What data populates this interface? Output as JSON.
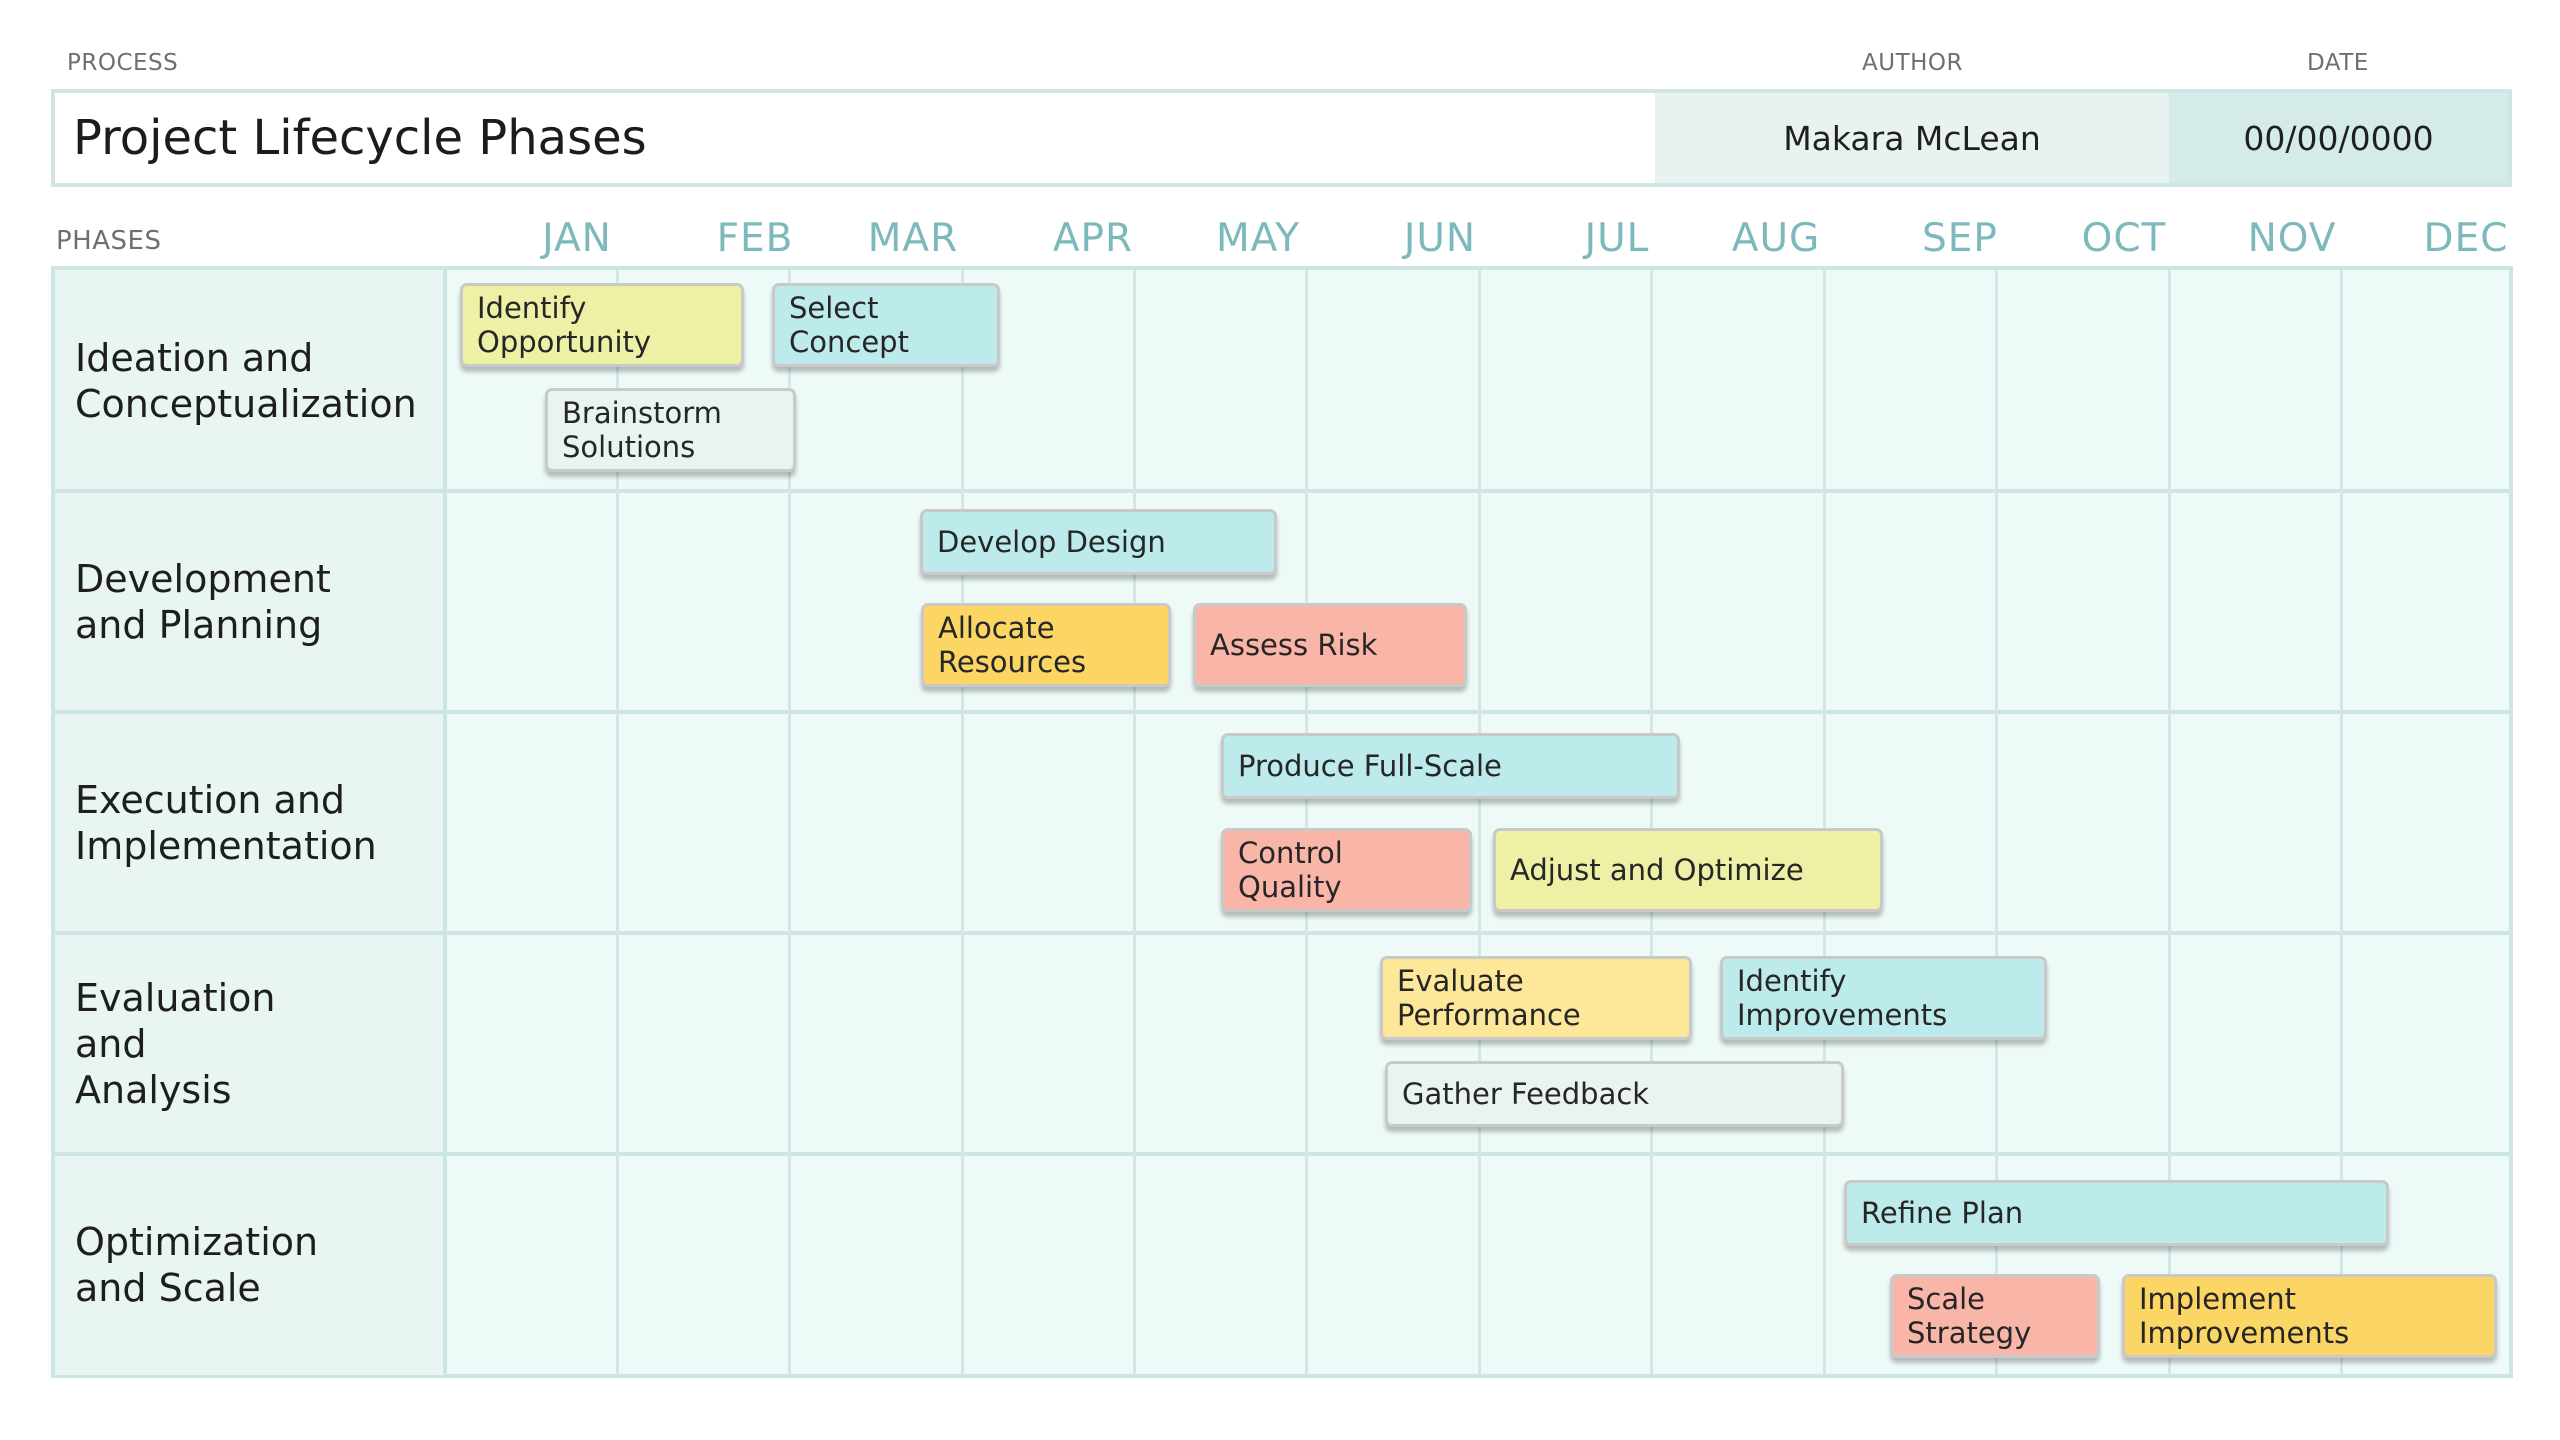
{
  "header": {
    "process_label": "PROCESS",
    "author_label": "AUTHOR",
    "date_label": "DATE",
    "title": "Project Lifecycle Phases",
    "author": "Makara McLean",
    "date": "00/00/0000"
  },
  "phases_label": "PHASES",
  "months": [
    "JAN",
    "FEB",
    "MAR",
    "APR",
    "MAY",
    "JUN",
    "JUL",
    "AUG",
    "SEP",
    "OCT",
    "NOV",
    "DEC"
  ],
  "phases": [
    "Ideation and Conceptualization",
    "Development and Planning",
    "Execution and Implementation",
    "Evaluation and Analysis",
    "Optimization and Scale"
  ],
  "colors": {
    "lime": "#eef0a6",
    "aqua": "#bdeaea",
    "mint": "#e9f4f1",
    "salmon": "#f9b6a8",
    "gold": "#fbd664",
    "yellow": "#fde89a"
  },
  "tasks": [
    {
      "label": "Identify Opportunity",
      "color": "#eef0a6"
    },
    {
      "label": "Select Concept",
      "color": "#bdeaea"
    },
    {
      "label": "Brainstorm Solutions",
      "color": "#e9f4f1"
    },
    {
      "label": "Develop Design",
      "color": "#bdeaea"
    },
    {
      "label": "Allocate Resources",
      "color": "#fbd664"
    },
    {
      "label": "Assess Risk",
      "color": "#f9b6a8"
    },
    {
      "label": "Produce Full-Scale",
      "color": "#bdeaea"
    },
    {
      "label": "Control Quality",
      "color": "#f9b6a8"
    },
    {
      "label": "Adjust and Optimize",
      "color": "#eef0a6"
    },
    {
      "label": "Evaluate Performance",
      "color": "#fde89a"
    },
    {
      "label": "Identify Improvements",
      "color": "#bdeaea"
    },
    {
      "label": "Gather Feedback",
      "color": "#e9f4f1"
    },
    {
      "label": "Refine Plan",
      "color": "#bdeaea"
    },
    {
      "label": "Scale Strategy",
      "color": "#f9b6a8"
    },
    {
      "label": "Implement Improvements",
      "color": "#fbd664"
    }
  ]
}
